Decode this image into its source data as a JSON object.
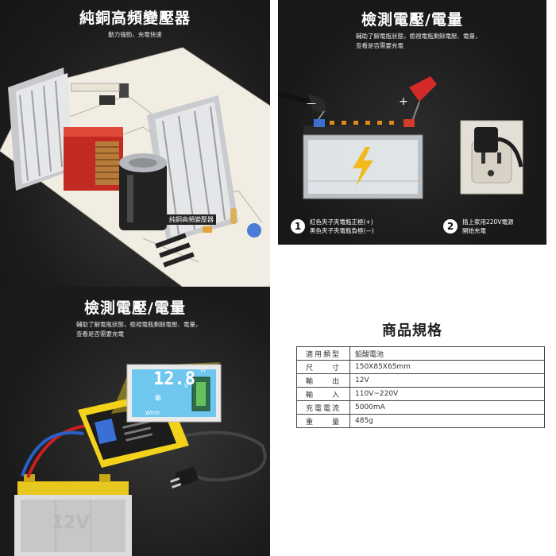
{
  "panel1": {
    "title": "純銅高頻變壓器",
    "subtitle": "動力強勁，充電快速",
    "label": "純銅高頻變壓器"
  },
  "panel2": {
    "title": "檢測電壓/電量",
    "desc_line1": "輔助了解電瓶狀態，檢視電瓶剩餘電壓、電量，",
    "desc_line2": "查看是否需要充電",
    "step1_num": "1",
    "step1_line1": "紅色夾子夾電瓶正極(+)",
    "step1_line2": "黑色夾子夾電瓶負極(—)",
    "step2_num": "2",
    "step2_line1": "插上家用220V電源",
    "step2_line2": "開始充電",
    "minus": "—",
    "plus": "+"
  },
  "panel3": {
    "title": "檢測電壓/電量",
    "desc_line1": "輔助了解電瓶狀態，檢視電瓶剩餘電壓、電量，",
    "desc_line2": "查看是否需要充電",
    "display_value": "12.8",
    "display_unit": "V",
    "display_mode": "Wintr",
    "display_yy": "YY",
    "battery_label": "12V"
  },
  "specs": {
    "title": "商品規格",
    "rows": [
      {
        "key": "適用類型",
        "value": "鉛酸電池"
      },
      {
        "key": "尺　　寸",
        "value": "150X85X65mm"
      },
      {
        "key": "輸　　出",
        "value": "12V"
      },
      {
        "key": "輸　　入",
        "value": "110V~220V"
      },
      {
        "key": "充電電流",
        "value": "5000mA"
      },
      {
        "key": "重　　量",
        "value": "485g"
      }
    ]
  },
  "colors": {
    "dark_bg": "#1b1b1b",
    "charger_yellow": "#f2d21b",
    "lcd_blue": "#6fc6ee",
    "clip_red": "#d42a2a",
    "battery_top_yellow": "#e8c81e"
  }
}
